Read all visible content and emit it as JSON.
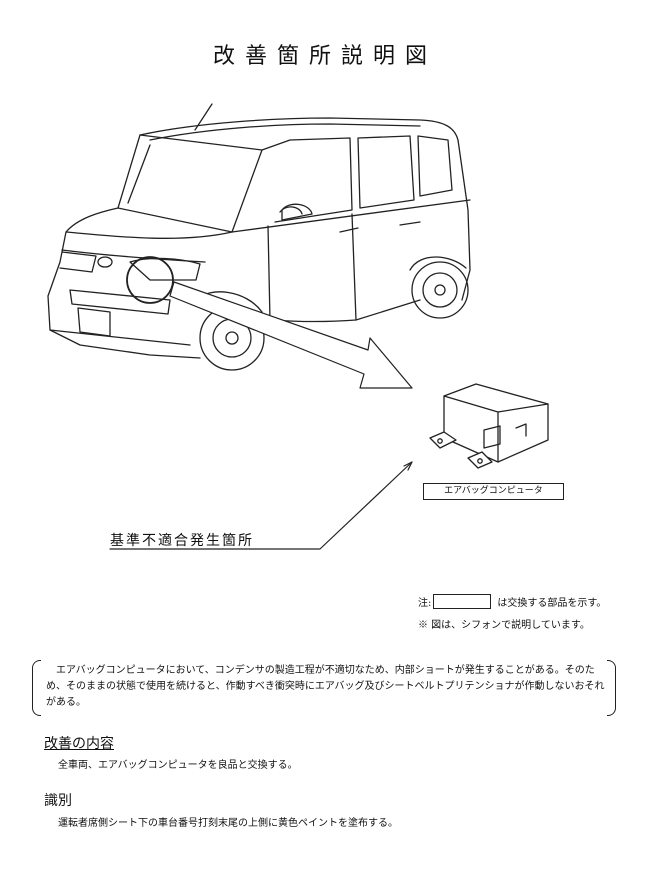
{
  "title": "改善箇所説明図",
  "callout": {
    "part_label": "エアバッグコンピュータ",
    "location_label": "基準不適合発生箇所"
  },
  "legend": {
    "note_prefix": "注:",
    "note_suffix": "は交換する部品を示す。",
    "note_2": "※ 図は、シフォンで説明しています。"
  },
  "description": "エアバッグコンピュータにおいて、コンデンサの製造工程が不適切なため、内部ショートが発生することがある。そのため、そのままの状態で使用を続けると、作動すべき衝突時にエアバッグ及びシートベルトプリテンショナが作動しないおそれがある。",
  "remedy": {
    "heading": "改善の内容",
    "text": "全車両、エアバッグコンピュータを良品と交換する。"
  },
  "identification": {
    "heading": "識別",
    "text": "運転者席側シート下の車台番号打刻末尾の上側に黄色ペイントを塗布する。"
  }
}
